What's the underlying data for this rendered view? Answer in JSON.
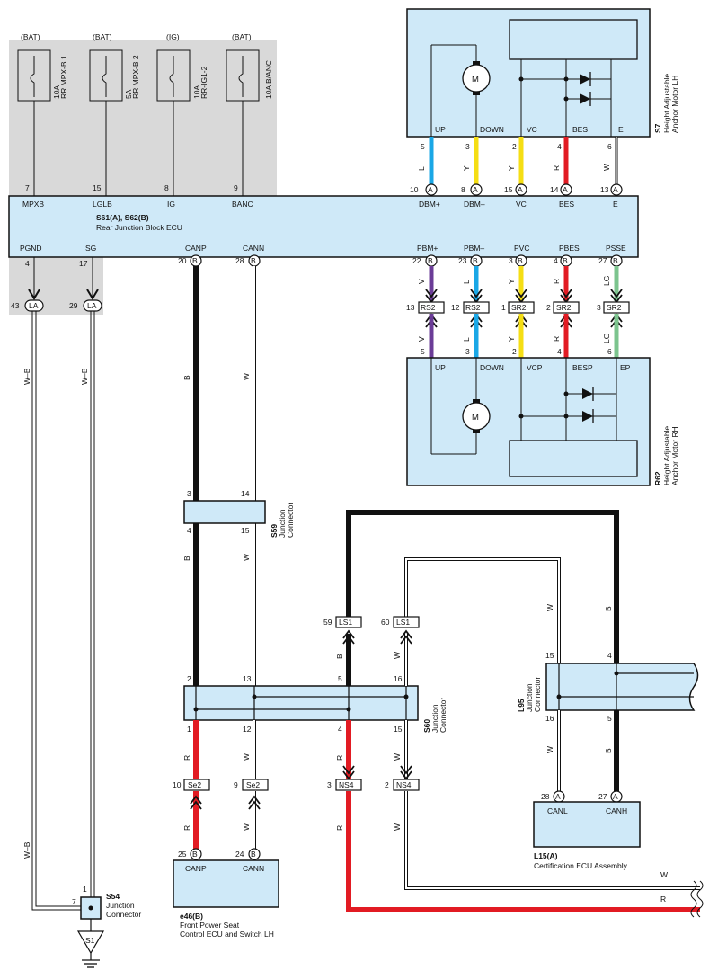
{
  "fuses": [
    {
      "supply": "(BAT)",
      "rating": "10A",
      "name": "RR MPX-B 1",
      "pin": "7"
    },
    {
      "supply": "(BAT)",
      "rating": "5A",
      "name": "RR MPX-B 2",
      "pin": "15"
    },
    {
      "supply": "(IG)",
      "rating": "10A",
      "name": "RR-IG1-2",
      "pin": "8"
    },
    {
      "supply": "(BAT)",
      "rating": "10A B/ANC",
      "name": "",
      "pin": "9"
    }
  ],
  "ecu": {
    "id": "S61(A), S62(B)",
    "name": "Rear Junction Block ECU",
    "top_pins": [
      "MPXB",
      "LGLB",
      "IG",
      "BANC",
      "DBM+",
      "DBM–",
      "VC",
      "BES",
      "E"
    ],
    "bottom_pins": [
      "PGND",
      "SG",
      "CANP",
      "CANN",
      "PBM+",
      "PBM–",
      "PVC",
      "PBES",
      "PSSE"
    ]
  },
  "motor_lh": {
    "id": "S7",
    "name_line1": "Height Adjustable",
    "name_line2": "Anchor Motor LH",
    "motor_symbol": "M",
    "pin_labels": [
      "UP",
      "DOWN",
      "VC",
      "BES",
      "E"
    ],
    "pin_numbers": [
      "5",
      "3",
      "2",
      "4",
      "6"
    ],
    "wire_colors": [
      "L",
      "Y",
      "Y",
      "R",
      "W"
    ],
    "ecu_pins": [
      "10",
      "8",
      "15",
      "14",
      "13"
    ],
    "connector": "A"
  },
  "motor_rh": {
    "id": "R62",
    "name_line1": "Height Adjustable",
    "name_line2": "Anchor Motor RH",
    "motor_symbol": "M",
    "pin_labels": [
      "UP",
      "DOWN",
      "VCP",
      "BESP",
      "EP"
    ],
    "pin_numbers": [
      "5",
      "3",
      "2",
      "4",
      "6"
    ],
    "wire_colors_top": [
      "V",
      "L",
      "Y",
      "R",
      "LG"
    ],
    "wire_colors_bottom": [
      "V",
      "L",
      "Y",
      "R",
      "LG"
    ],
    "ecu_pins": [
      "22",
      "23",
      "3",
      "4",
      "27"
    ],
    "connector": "B",
    "inline_numbers": [
      "13",
      "12",
      "1",
      "2",
      "3"
    ],
    "inline_names": [
      "RS2",
      "RS2",
      "SR2",
      "SR2",
      "SR2"
    ]
  },
  "ground_side": {
    "ecu_pins": [
      "4",
      "17"
    ],
    "la_numbers": [
      "43",
      "29"
    ],
    "la_name": "LA",
    "wire_colors": [
      "W–B",
      "W–B"
    ]
  },
  "can_main": {
    "ecu_pins": [
      "20",
      "28"
    ],
    "connector": "B",
    "wire_colors": [
      "B",
      "W"
    ]
  },
  "s59": {
    "id": "S59",
    "name_line1": "Junction",
    "name_line2": "Connector",
    "pins_top": [
      "3",
      "14"
    ],
    "pins_bottom": [
      "4",
      "15"
    ],
    "wire_colors": [
      "B",
      "W"
    ]
  },
  "s60": {
    "id": "S60",
    "name_line1": "Junction",
    "name_line2": "Connector",
    "pins_top": [
      "2",
      "13",
      "5",
      "16"
    ],
    "pins_bottom": [
      "1",
      "12",
      "4",
      "15"
    ],
    "wire_colors_top": [
      "B",
      "W"
    ],
    "wire_colors_bottom": [
      "R",
      "W",
      "R",
      "W"
    ]
  },
  "ls1": {
    "numbers": [
      "59",
      "60"
    ],
    "name": "LS1"
  },
  "l95": {
    "id": "L95",
    "name_line1": "Junction",
    "name_line2": "Connector",
    "pins_top": [
      "15",
      "4"
    ],
    "pins_bottom": [
      "16",
      "5"
    ],
    "wire_colors_top": [
      "W",
      "B"
    ],
    "wire_colors_bottom": [
      "W",
      "B"
    ]
  },
  "cert_ecu": {
    "id": "L15(A)",
    "name": "Certification ECU Assembly",
    "pins": [
      "CANL",
      "CANH"
    ],
    "pin_numbers": [
      "28",
      "27"
    ],
    "connector": "A"
  },
  "se2": {
    "numbers": [
      "10",
      "9"
    ],
    "name": "Se2",
    "wire_colors": [
      "R",
      "W"
    ]
  },
  "ns4": {
    "numbers": [
      "3",
      "2"
    ],
    "name": "NS4"
  },
  "seat_ecu": {
    "id": "e46(B)",
    "name_line1": "Front Power Seat",
    "name_line2": "Control ECU and Switch LH",
    "pins": [
      "CANP",
      "CANN"
    ],
    "pin_numbers": [
      "25",
      "24"
    ],
    "connector": "B"
  },
  "s54": {
    "id": "S54",
    "name_line1": "Junction",
    "name_line2": "Connector",
    "pins": [
      "1",
      "7"
    ]
  },
  "ground": {
    "label": "S1"
  },
  "right_exits": {
    "colors": [
      "W",
      "R"
    ]
  },
  "colors": {
    "blue": "#1aa7e6",
    "yellow": "#f5de14",
    "red": "#e21b23",
    "purple": "#6b3c97",
    "green": "#7cc48e",
    "black": "#111111",
    "box_fill": "#cfe9f8",
    "shade": "#d9d9d9"
  }
}
